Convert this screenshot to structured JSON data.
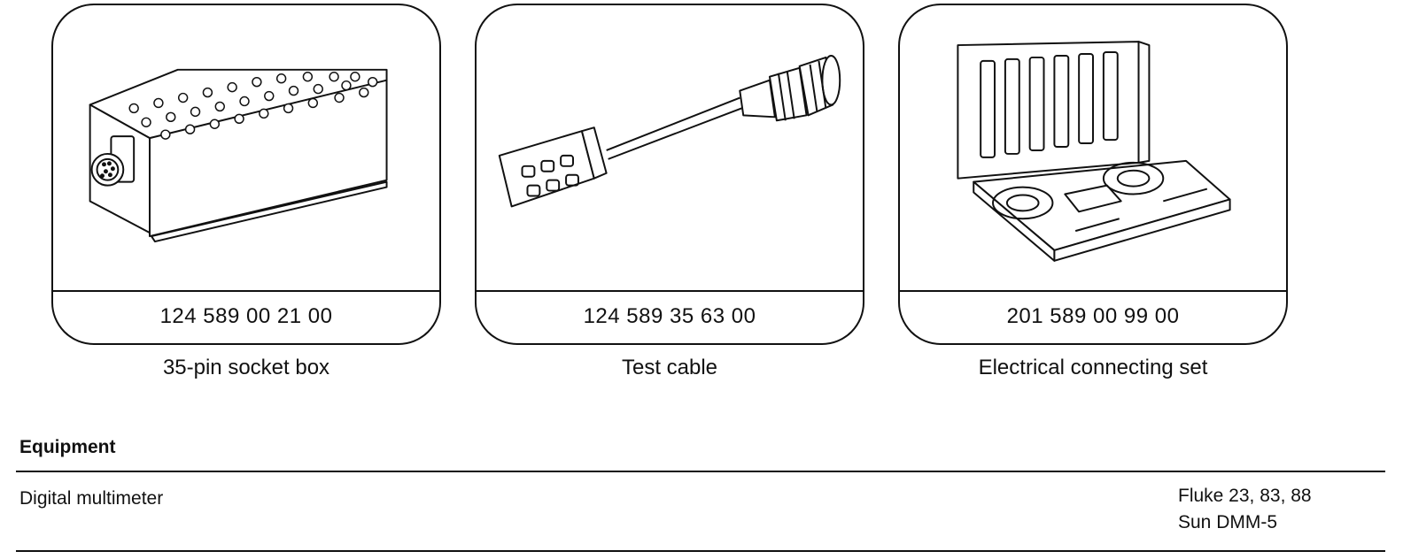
{
  "tools": [
    {
      "part_number": "124 589 00 21 00",
      "caption": "35-pin socket box",
      "icon": "socket-box-icon"
    },
    {
      "part_number": "124 589 35 63 00",
      "caption": "Test cable",
      "icon": "test-cable-icon"
    },
    {
      "part_number": "201 589 00 99 00",
      "caption": "Electrical connecting set",
      "icon": "connecting-set-case-icon"
    }
  ],
  "equipment": {
    "heading": "Equipment",
    "rows": [
      {
        "name": "Digital multimeter",
        "spec_lines": [
          "Fluke 23, 83, 88",
          "Sun DMM-5"
        ]
      }
    ]
  }
}
